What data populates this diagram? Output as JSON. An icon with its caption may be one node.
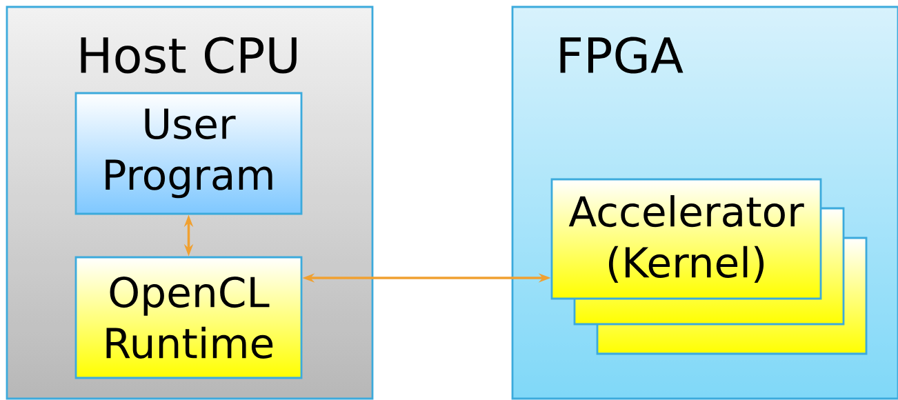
{
  "diagram": {
    "nodes": [
      {
        "text": [
          "Host CPU"
        ]
      },
      {
        "text": [
          "User Program"
        ],
        "in": 0
      },
      {
        "text": [
          "OpenCL Runtime"
        ],
        "in": 0
      },
      {
        "text": [
          "FPGA"
        ]
      },
      {
        "text": [
          "Accelerator (Kernel)"
        ],
        "in": 3
      }
    ],
    "edges": [
      {
        "from": 1,
        "to": 2,
        "arrow": "both"
      },
      {
        "from": 2,
        "to": 4,
        "arrow": "both"
      }
    ]
  }
}
